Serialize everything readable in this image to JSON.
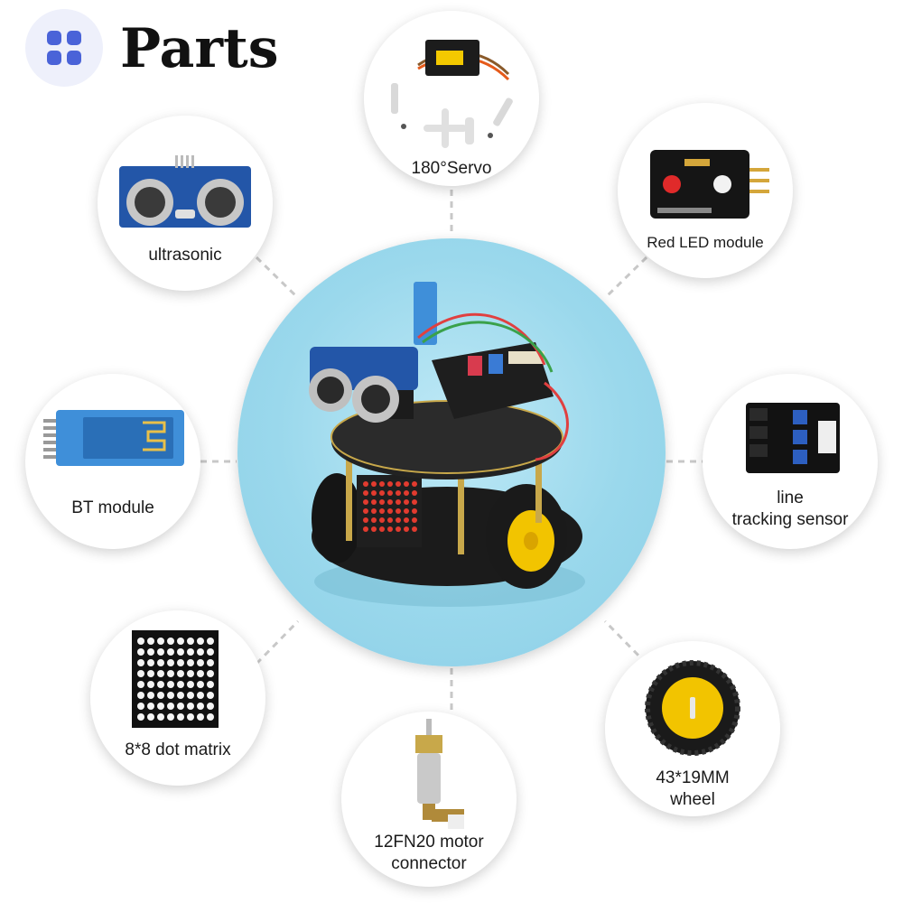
{
  "header": {
    "title": "Parts",
    "icon": "grid-apps-icon",
    "accent": "#4a63d8"
  },
  "hub": {
    "image": "smart-robot-car-photo",
    "background": "#9ad8ec"
  },
  "parts": [
    {
      "id": "servo",
      "label_lines": [
        "180°Servo"
      ],
      "icon": "servo-motor-icon"
    },
    {
      "id": "ultrasonic",
      "label_lines": [
        "ultrasonic"
      ],
      "icon": "ultrasonic-sensor-icon"
    },
    {
      "id": "led",
      "label_lines": [
        "Red LED module"
      ],
      "icon": "led-module-icon"
    },
    {
      "id": "bt",
      "label_lines": [
        "BT module"
      ],
      "icon": "bluetooth-module-icon"
    },
    {
      "id": "line",
      "label_lines": [
        "line",
        "tracking sensor"
      ],
      "icon": "line-tracking-sensor-icon"
    },
    {
      "id": "matrix",
      "label_lines": [
        "8*8 dot matrix"
      ],
      "icon": "dot-matrix-icon"
    },
    {
      "id": "motor",
      "label_lines": [
        "12FN20 motor",
        "connector"
      ],
      "icon": "gear-motor-icon"
    },
    {
      "id": "wheel",
      "label_lines": [
        "43*19MM",
        "wheel"
      ],
      "icon": "wheel-icon"
    }
  ]
}
